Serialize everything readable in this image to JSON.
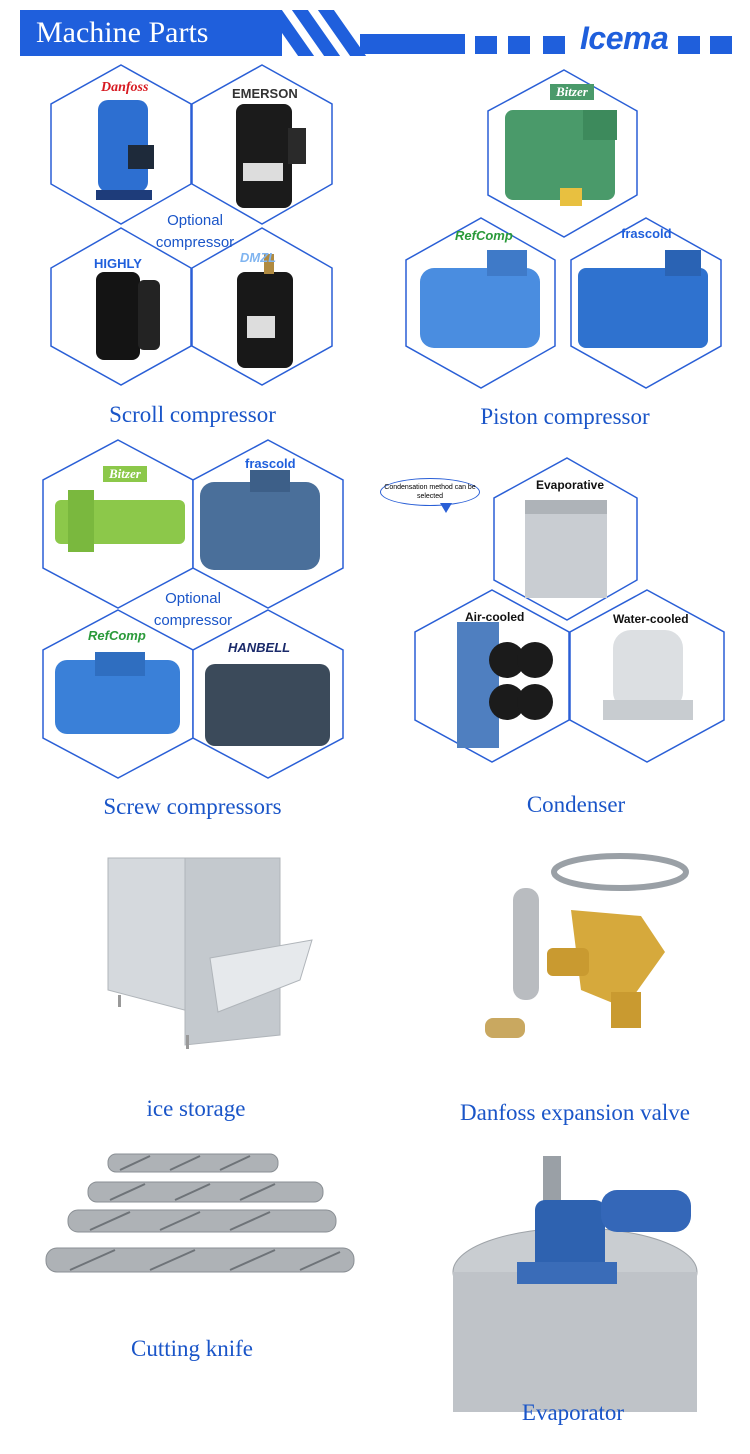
{
  "header": {
    "title": "Machine Parts",
    "brand": "Icema",
    "accent_color": "#1f5fdc"
  },
  "scroll": {
    "caption": "Scroll compressor",
    "optional_label": "Optional compressor",
    "brands": [
      "Danfoss",
      "EMERSON",
      "HIGHLY",
      "DMZL"
    ]
  },
  "piston": {
    "caption": "Piston compressor",
    "brands": [
      "Bitzer",
      "RefComp",
      "frascold"
    ]
  },
  "screw": {
    "caption": "Screw compressors",
    "optional_label": "Optional compressor",
    "brands": [
      "Bitzer",
      "frascold",
      "RefComp",
      "HANBELL"
    ]
  },
  "condenser": {
    "caption": "Condenser",
    "bubble_text": "Condensation method can be selected",
    "types": [
      "Evaporative",
      "Air-cooled",
      "Water-cooled"
    ]
  },
  "ice_storage": {
    "caption": "ice storage"
  },
  "valve": {
    "caption": "Danfoss expansion valve"
  },
  "knife": {
    "caption": "Cutting knife"
  },
  "evaporator": {
    "caption": "Evaporator"
  }
}
